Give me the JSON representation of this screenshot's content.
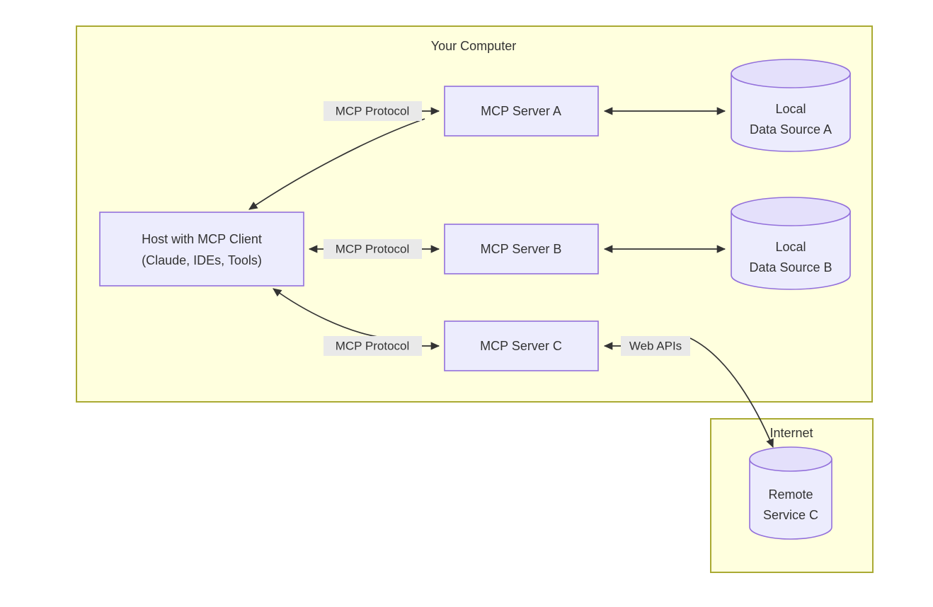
{
  "diagram": {
    "title_visible": false,
    "colors": {
      "group_fill": "#ffffde",
      "group_stroke": "#aaaa33",
      "node_fill": "#ececfd",
      "node_stroke": "#9370db",
      "edge_stroke": "#333333",
      "label_bg": "#e9e9e9",
      "text": "#333333",
      "page_bg": "#ffffff"
    },
    "groups": [
      {
        "id": "your-computer",
        "label": "Your Computer"
      },
      {
        "id": "internet",
        "label": "Internet"
      }
    ],
    "nodes": [
      {
        "id": "host",
        "shape": "rect",
        "label_line1": "Host with MCP Client",
        "label_line2": "(Claude, IDEs, Tools)"
      },
      {
        "id": "server-a",
        "shape": "rect",
        "label_line1": "MCP Server A",
        "label_line2": ""
      },
      {
        "id": "server-b",
        "shape": "rect",
        "label_line1": "MCP Server B",
        "label_line2": ""
      },
      {
        "id": "server-c",
        "shape": "rect",
        "label_line1": "MCP Server C",
        "label_line2": ""
      },
      {
        "id": "data-source-a",
        "shape": "cylinder",
        "label_line1": "Local",
        "label_line2": "Data Source A"
      },
      {
        "id": "data-source-b",
        "shape": "cylinder",
        "label_line1": "Local",
        "label_line2": "Data Source B"
      },
      {
        "id": "remote-service-c",
        "shape": "cylinder",
        "label_line1": "Remote",
        "label_line2": "Service C"
      }
    ],
    "edges": [
      {
        "id": "host-server-a",
        "label": "MCP Protocol",
        "from": "host",
        "to": "server-a",
        "arrows": "both"
      },
      {
        "id": "host-server-b",
        "label": "MCP Protocol",
        "from": "host",
        "to": "server-b",
        "arrows": "both"
      },
      {
        "id": "host-server-c",
        "label": "MCP Protocol",
        "from": "host",
        "to": "server-c",
        "arrows": "both"
      },
      {
        "id": "server-a-data-a",
        "label": "",
        "from": "server-a",
        "to": "data-source-a",
        "arrows": "both"
      },
      {
        "id": "server-b-data-b",
        "label": "",
        "from": "server-b",
        "to": "data-source-b",
        "arrows": "both"
      },
      {
        "id": "server-c-remote-c",
        "label": "Web APIs",
        "from": "server-c",
        "to": "remote-service-c",
        "arrows": "both"
      }
    ]
  }
}
